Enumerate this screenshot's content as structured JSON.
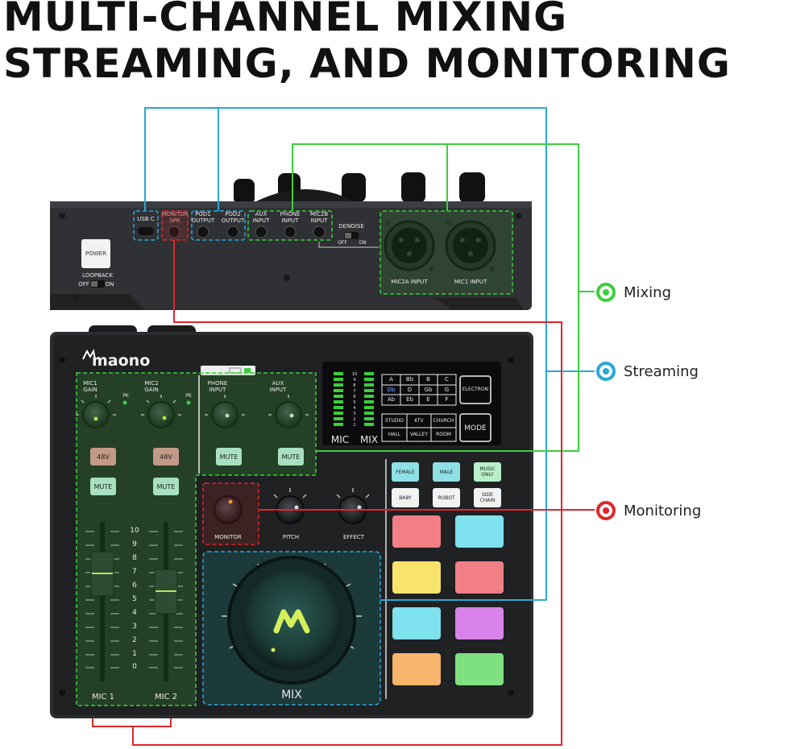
{
  "headline": {
    "line1": "MULTI-CHANNEL MIXING",
    "line2": "STREAMING, AND MONITORING"
  },
  "colors": {
    "mixing": "#3ccf3c",
    "streaming": "#2aa8d8",
    "monitoring": "#e0262a",
    "device_body": "#2b2d30",
    "panel_top": "#1c1e20"
  },
  "legend": {
    "mixing": "Mixing",
    "streaming": "Streaming",
    "monitoring": "Monitoring"
  },
  "back_panel": {
    "power": "POWER",
    "loopback": "LOOPBACK",
    "off": "OFF",
    "on": "ON",
    "usb_c": "USB C",
    "monitor_spk": "MONITOR\nSPK",
    "pod1_output": "POD1\nOUTPUT",
    "pod2_output": "POD2\nOUTPUT",
    "aux_input": "AUX\nINPUT",
    "phone_input": "PHONE\nINPUT",
    "mic2b_input": "MIC2B\nINPUT",
    "denoise": "DENOISE",
    "denoise_off": "OFF",
    "denoise_on": "ON",
    "mic2a_input": "MIC2A INPUT",
    "mic1_input": "MIC1 INPUT"
  },
  "top_panel": {
    "brand": "maono",
    "mic1_gain": "MIC1\nGAIN",
    "mic2_gain": "MIC2\nGAIN",
    "pk1": "PK",
    "pk2": "PK",
    "phone_input": "PHONE\nINPUT",
    "aux_input": "AUX\nINPUT",
    "btn_48v_1": "48V",
    "btn_48v_2": "48V",
    "mute_mic1": "MUTE",
    "mute_mic2": "MUTE",
    "mute_phone": "MUTE",
    "mute_aux": "MUTE",
    "monitor": "MONITOR",
    "pitch": "PITCH",
    "effect": "EFFECT",
    "mix": "MIX",
    "mic1": "MIC 1",
    "mic2": "MIC 2",
    "fader_scale": [
      "10",
      "9",
      "8",
      "7",
      "6",
      "5",
      "4",
      "3",
      "2",
      "1",
      "0"
    ],
    "screen": {
      "meter_scale": [
        "10",
        "9",
        "8",
        "7",
        "6",
        "5",
        "4",
        "3",
        "2",
        "1"
      ],
      "mic": "MIC",
      "mix": "MIX",
      "keys": [
        "A",
        "Bb",
        "B",
        "C",
        "Db",
        "D",
        "Gb",
        "G",
        "Ab",
        "Eb",
        "E",
        "F"
      ],
      "electron": "ELECTRON",
      "reverbs": [
        "STUDIO",
        "KTV",
        "CHURCH",
        "HALL",
        "VALLEY",
        "ROOM"
      ],
      "mode": "MODE"
    },
    "voice_buttons": [
      "FEMALE",
      "MALE",
      "MUSIC\nONLY",
      "BABY",
      "ROBOT",
      "SIDE\nCHAIN"
    ],
    "pad_colors": [
      "#f37f86",
      "#7fe2ee",
      "#f8e36b",
      "#f27f86",
      "#7fe2ee",
      "#d983ea",
      "#f8b56b",
      "#7fe07f"
    ]
  }
}
